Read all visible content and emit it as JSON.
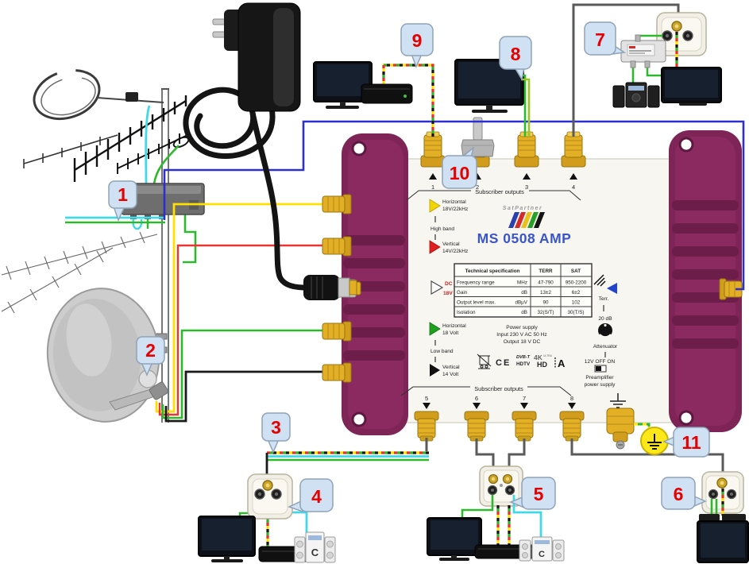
{
  "callouts": [
    "1",
    "2",
    "3",
    "4",
    "5",
    "6",
    "7",
    "8",
    "9",
    "10",
    "11"
  ],
  "device": {
    "brand": "SatPartner",
    "model": "MS 0508 AMP",
    "subs_label": "Subscriber outputs",
    "ports": [
      "1",
      "2",
      "3",
      "4",
      "5",
      "6",
      "7",
      "8"
    ],
    "left": {
      "h_high_1": "Horizontal",
      "h_high_2": "18V/22kHz",
      "high_band": "High band",
      "v_high_1": "Vertical",
      "v_high_2": "14V/22kHz",
      "dc_1": "DC",
      "dc_2": "18V",
      "h_low_1": "Horizontal",
      "h_low_2": "18 Volt",
      "low_band": "Low band",
      "v_low_1": "Vertical",
      "v_low_2": "14 Volt"
    },
    "right": {
      "terr": "Terr.",
      "att_db": "20 dB",
      "attenuator": "Attenuator",
      "switch_label": "12V  OFF ON",
      "preamp_1": "Preamplifier",
      "preamp_2": "power supply"
    },
    "table": {
      "header": {
        "spec": "Technical specification",
        "terr": "TERR",
        "sat": "SAT"
      },
      "rows": [
        {
          "label": "Frequency range",
          "unit": "MHz",
          "terr": "47-790",
          "sat": "950-2200"
        },
        {
          "label": "Gain",
          "unit": "dB",
          "terr": "13±2",
          "sat": "6±2"
        },
        {
          "label": "Output level max.",
          "unit": "dBµV",
          "terr": "90",
          "sat": "102"
        },
        {
          "label": "Isolation",
          "unit": "dB",
          "terr": "32(S/T)",
          "sat": "30(T/S)"
        }
      ]
    },
    "power": {
      "line1": "Power supply",
      "line2": "Input 230 V  AC  50 Hz",
      "line3": "Output 18 V  DC"
    },
    "badges": {
      "ce": "CE",
      "dvbt": "DVB-T",
      "hdtv": "HDTV",
      "fourk": "4K",
      "ultra": "ULTRA",
      "hd": "HD",
      "a_class": "A"
    }
  },
  "stereo_label": "C",
  "colors": {
    "device_purple": "#8a2a60",
    "device_purple_dark": "#6d1d4a",
    "connector_gold": "#e3af25",
    "model_blue": "#3a55c9",
    "callout_red": "#e60000",
    "callout_bg": "#cfe1f3",
    "cable_blue": "#2f2fd0",
    "cable_yellow": "#ffdf00",
    "cable_red": "#ee3333",
    "cable_green": "#2db82d",
    "cable_cyan": "#3fd9e8",
    "cable_black": "#1a1a1a",
    "cable_gray": "#5a5a5a",
    "ground_yellow": "#ffe81a"
  }
}
